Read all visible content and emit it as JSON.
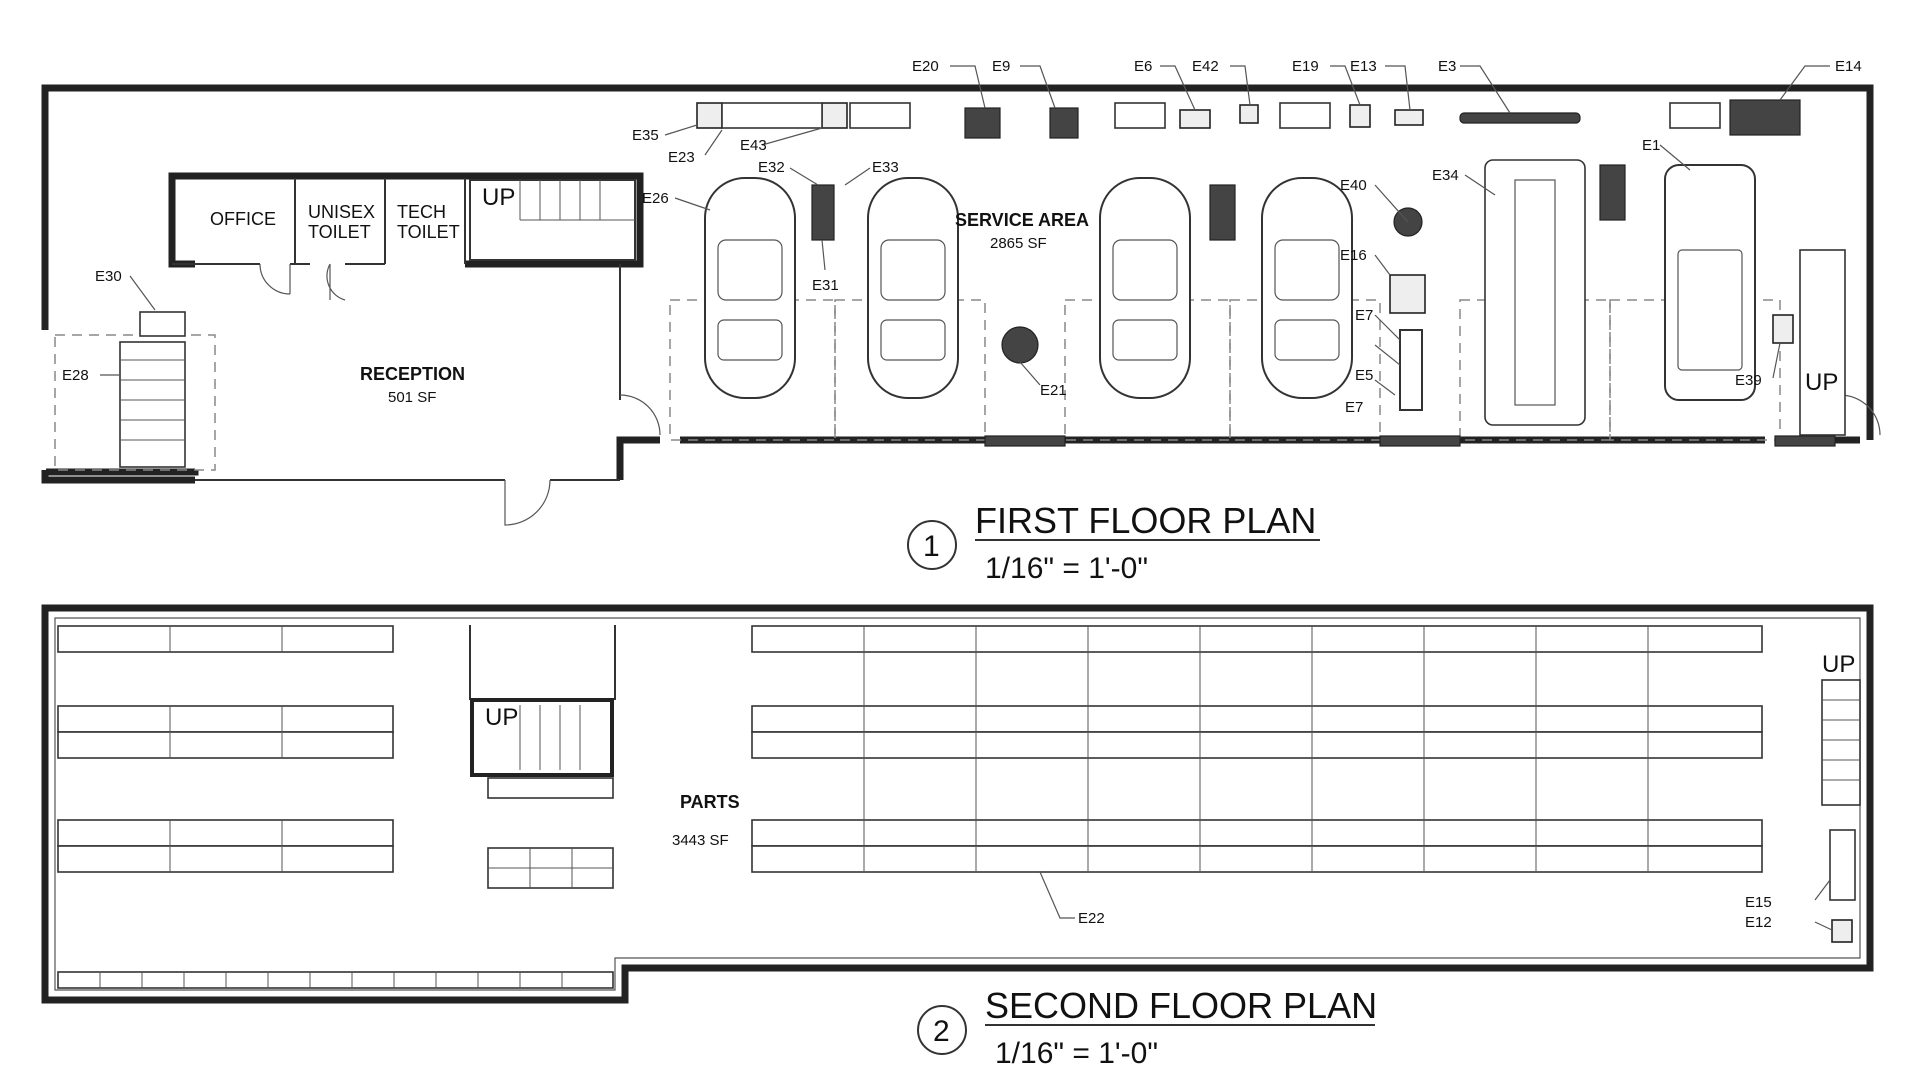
{
  "floor1": {
    "rooms": {
      "office": "OFFICE",
      "unisex_toilet_1": "UNISEX",
      "unisex_toilet_2": "TOILET",
      "tech_toilet_1": "TECH",
      "tech_toilet_2": "TOILET",
      "reception": "RECEPTION",
      "reception_area": "501 SF",
      "service_area": "SERVICE AREA",
      "service_area_sf": "2865 SF"
    },
    "stairs_label": "UP",
    "stairs_label_2": "UP",
    "equipment": {
      "e20": "E20",
      "e9": "E9",
      "e6": "E6",
      "e42": "E42",
      "e19": "E19",
      "e13": "E13",
      "e3": "E3",
      "e14": "E14",
      "e35": "E35",
      "e23": "E23",
      "e43": "E43",
      "e32a": "E32",
      "e33": "E33",
      "e26": "E26",
      "e31": "E31",
      "e40": "E40",
      "e34": "E34",
      "e1": "E1",
      "e16": "E16",
      "e7a": "E7",
      "e5": "E5",
      "e7b": "E7",
      "e21": "E21",
      "e39": "E39",
      "e30": "E30",
      "e28": "E28"
    },
    "title": {
      "number": "1",
      "name": "FIRST FLOOR PLAN",
      "scale": "1/16\" = 1'-0\""
    }
  },
  "floor2": {
    "rooms": {
      "parts": "PARTS",
      "parts_area": "3443 SF"
    },
    "stairs_label": "UP",
    "stairs_label_2": "UP",
    "equipment": {
      "e22": "E22",
      "e15": "E15",
      "e12": "E12"
    },
    "title": {
      "number": "2",
      "name": "SECOND FLOOR PLAN",
      "scale": "1/16\" = 1'-0\""
    }
  }
}
